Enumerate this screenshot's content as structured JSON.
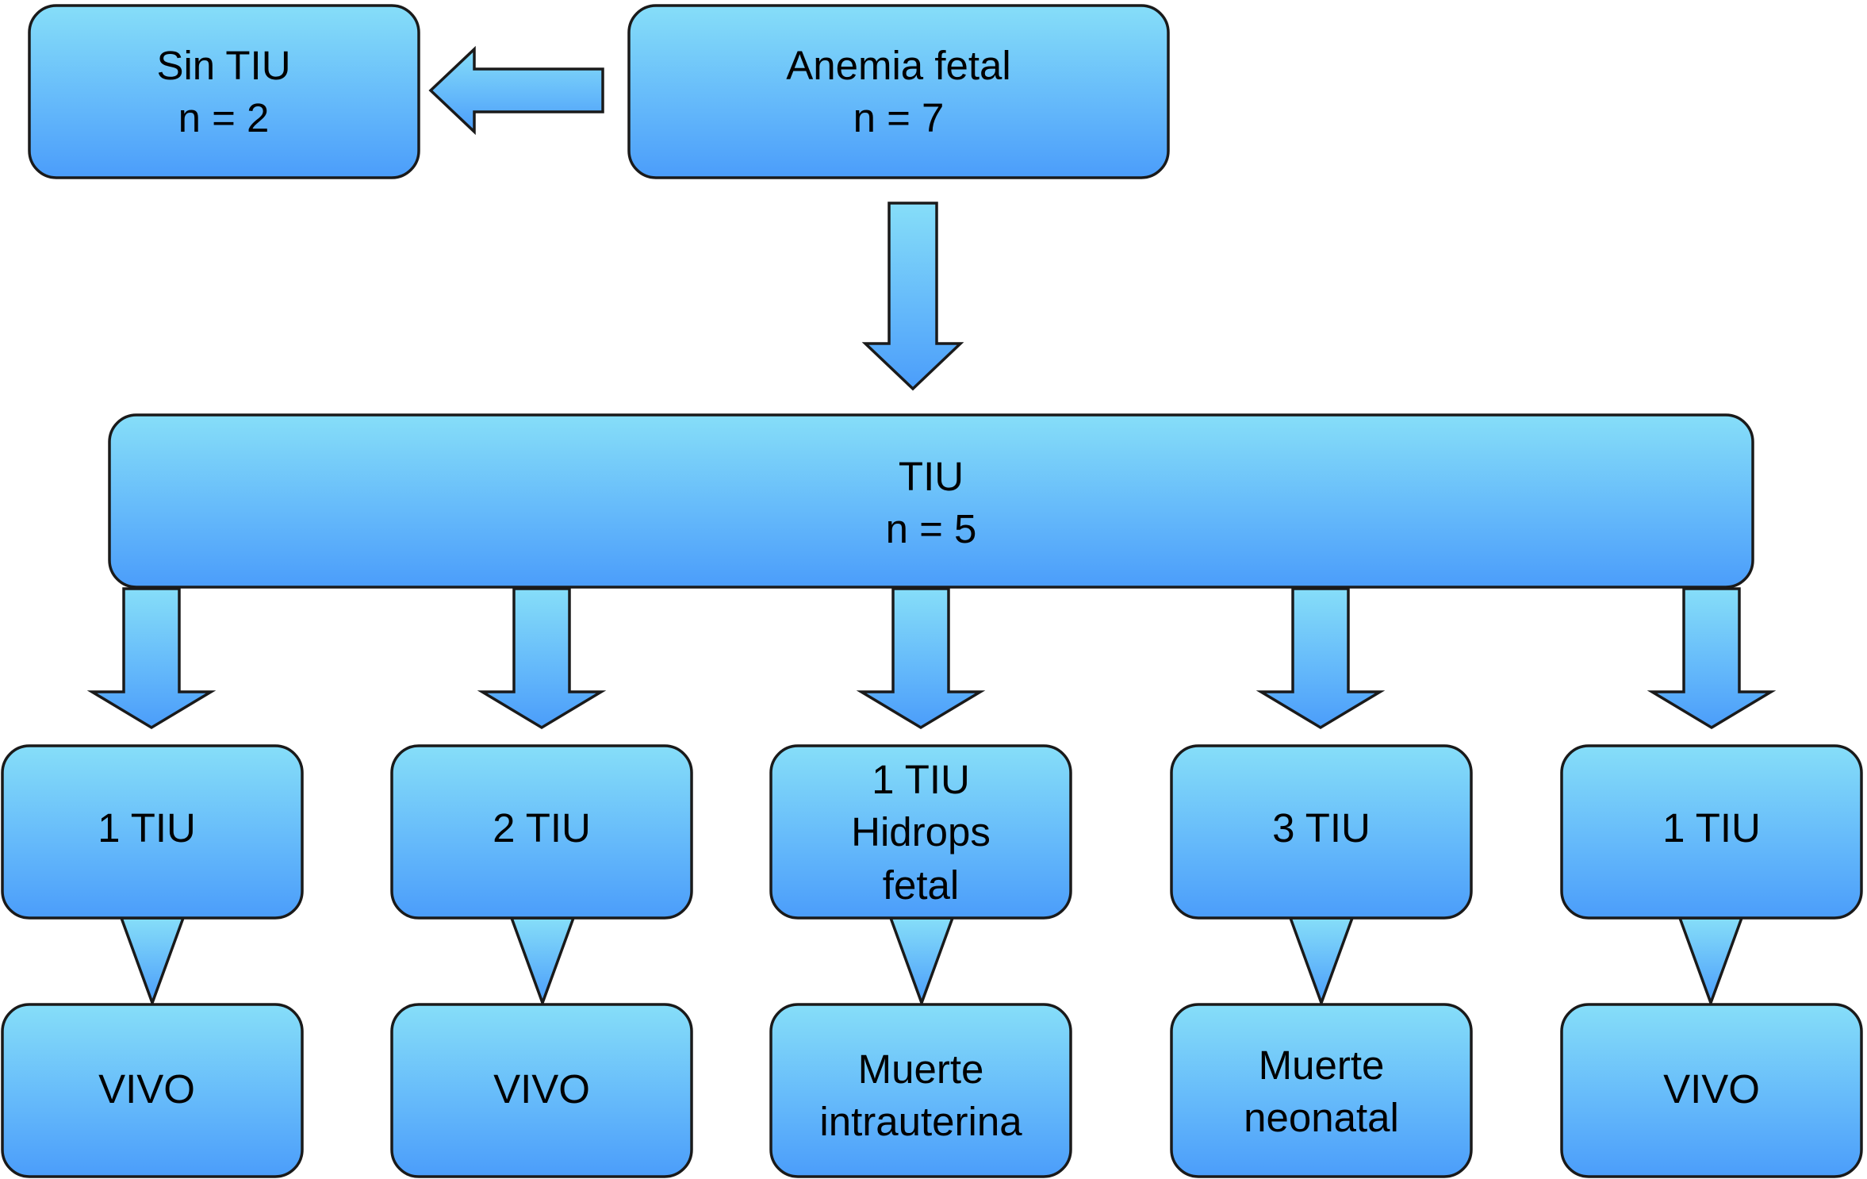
{
  "boxes": {
    "anemia": {
      "lines": [
        "Anemia fetal",
        "n = 7"
      ]
    },
    "sin_tiu": {
      "lines": [
        "Sin TIU",
        "n = 2"
      ]
    },
    "tiu": {
      "lines": [
        "TIU",
        "n = 5"
      ]
    },
    "branches": [
      {
        "treatment": [
          "1 TIU"
        ],
        "outcome": [
          "VIVO"
        ]
      },
      {
        "treatment": [
          "2 TIU"
        ],
        "outcome": [
          "VIVO"
        ]
      },
      {
        "treatment": [
          "1 TIU",
          "Hidrops",
          "fetal"
        ],
        "outcome": [
          "Muerte",
          "intrauterina"
        ]
      },
      {
        "treatment": [
          "3 TIU"
        ],
        "outcome": [
          "Muerte",
          "neonatal"
        ]
      },
      {
        "treatment": [
          "1 TIU"
        ],
        "outcome": [
          "VIVO"
        ]
      }
    ]
  },
  "colors": {
    "box_top": "#86def9",
    "box_bottom": "#4b9dfa",
    "border": "#1a1a1a",
    "text": "#000000"
  }
}
